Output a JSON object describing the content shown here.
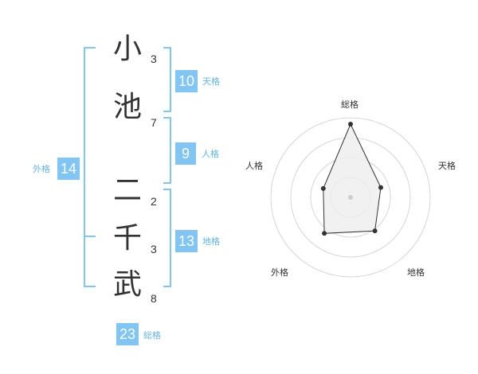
{
  "name": {
    "chars": [
      "小",
      "池",
      "二",
      "千",
      "武"
    ],
    "strokes": [
      "3",
      "7",
      "2",
      "3",
      "8"
    ]
  },
  "kakusu": {
    "tenkaku": {
      "value": "10",
      "label": "天格"
    },
    "jinkaku": {
      "value": "9",
      "label": "人格"
    },
    "chikaku": {
      "value": "13",
      "label": "地格"
    },
    "gaikaku": {
      "value": "14",
      "label": "外格"
    },
    "soukaku": {
      "value": "23",
      "label": "総格"
    }
  },
  "chart_data": {
    "type": "radar",
    "axes": [
      "総格",
      "天格",
      "地格",
      "外格",
      "人格"
    ],
    "values": [
      23,
      10,
      13,
      14,
      9
    ],
    "grid_rings": 4,
    "colors": {
      "line": "#333333",
      "fill": "#eeeeee",
      "grid": "#cccccc",
      "point": "#333333"
    }
  },
  "colors": {
    "bracket": "#80c5f3",
    "badge": "#80c5f3",
    "label": "#62b6ee"
  }
}
